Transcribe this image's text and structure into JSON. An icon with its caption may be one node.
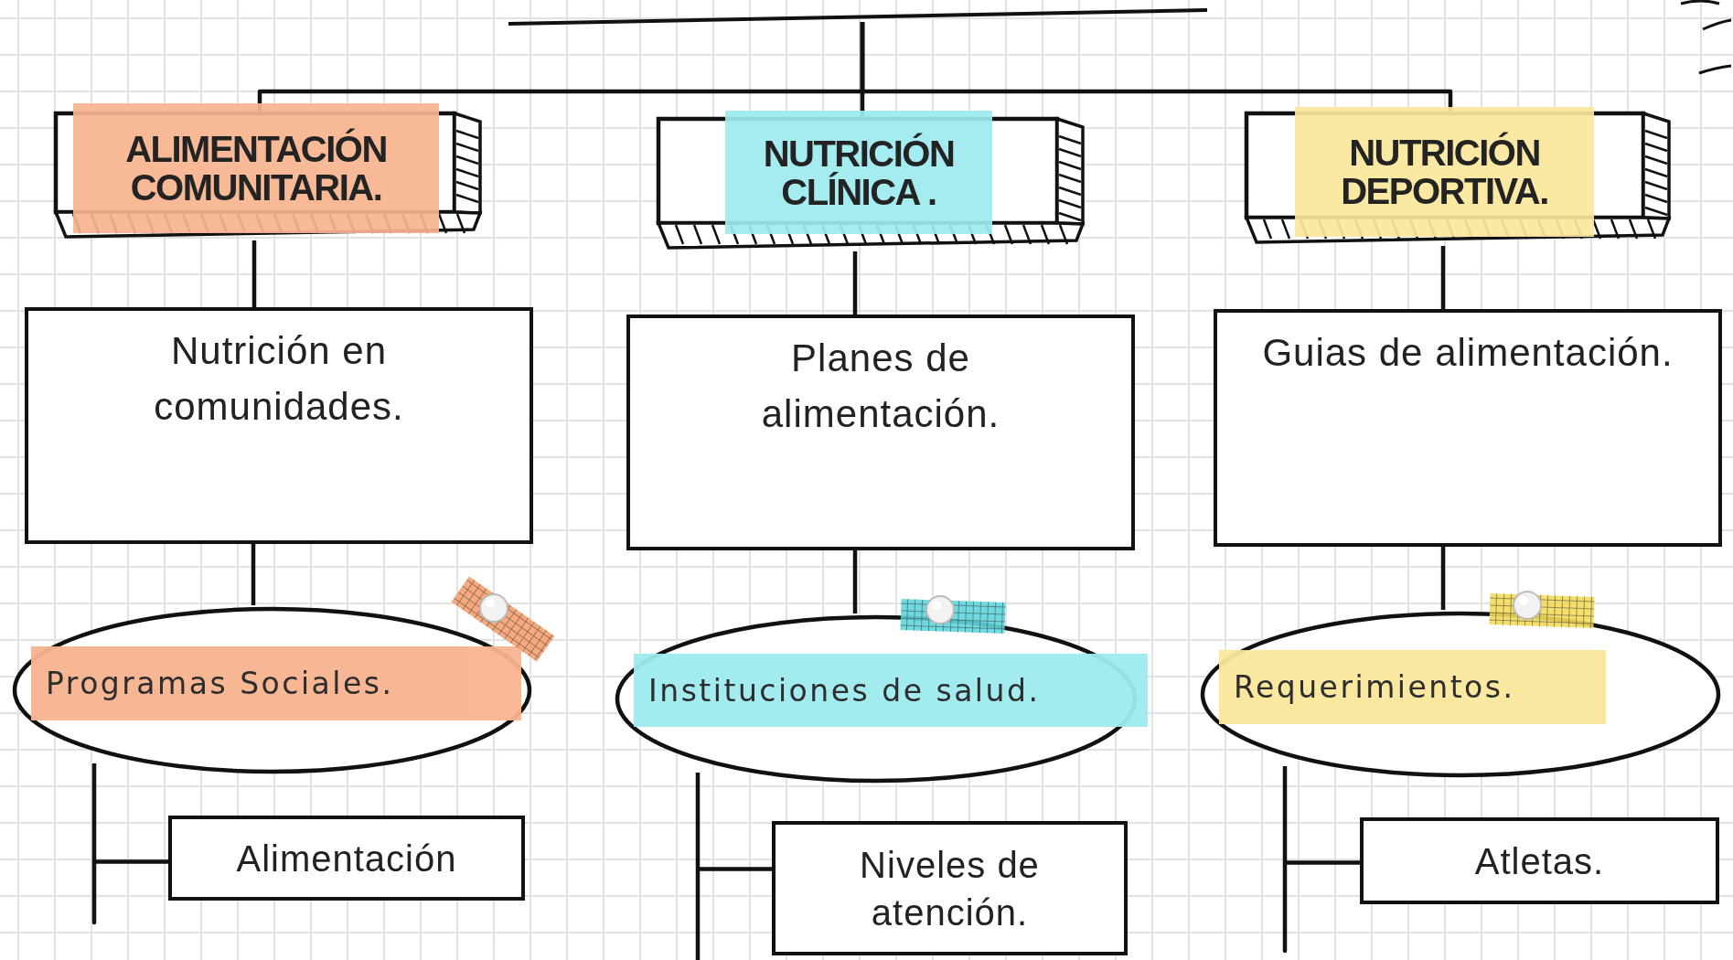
{
  "diagram": {
    "nodes": [
      {
        "text": [
          "ALIMENTACIÓN COMUNITARIA."
        ]
      },
      {
        "text": [
          "NUTRICIÓN CLÍNICA ."
        ]
      },
      {
        "text": [
          "NUTRICIÓN DEPORTIVA."
        ]
      },
      {
        "text": [
          "Nutrición en comunidades."
        ]
      },
      {
        "text": [
          "Planes de alimentación."
        ]
      },
      {
        "text": [
          "Guias de alimentación."
        ]
      },
      {
        "text": [
          "Programas Sociales."
        ]
      },
      {
        "text": [
          "Instituciones de salud."
        ]
      },
      {
        "text": [
          "Requerimientos."
        ]
      },
      {
        "text": [
          "Alimentación"
        ]
      },
      {
        "text": [
          "Niveles de atención."
        ]
      },
      {
        "text": [
          "Atletas."
        ]
      }
    ],
    "edges": [
      {
        "from": null,
        "to": 0,
        "arrow": "none"
      },
      {
        "from": null,
        "to": 1,
        "arrow": "none"
      },
      {
        "from": null,
        "to": 2,
        "arrow": "none"
      },
      {
        "from": 0,
        "to": 3,
        "arrow": "none"
      },
      {
        "from": 1,
        "to": 4,
        "arrow": "none"
      },
      {
        "from": 2,
        "to": 5,
        "arrow": "none"
      },
      {
        "from": 3,
        "to": 6,
        "arrow": "none"
      },
      {
        "from": 4,
        "to": 7,
        "arrow": "none"
      },
      {
        "from": 5,
        "to": 8,
        "arrow": "none"
      },
      {
        "from": 6,
        "to": 9,
        "arrow": "none"
      },
      {
        "from": 7,
        "to": 10,
        "arrow": "none"
      },
      {
        "from": 8,
        "to": 11,
        "arrow": "none"
      }
    ]
  }
}
